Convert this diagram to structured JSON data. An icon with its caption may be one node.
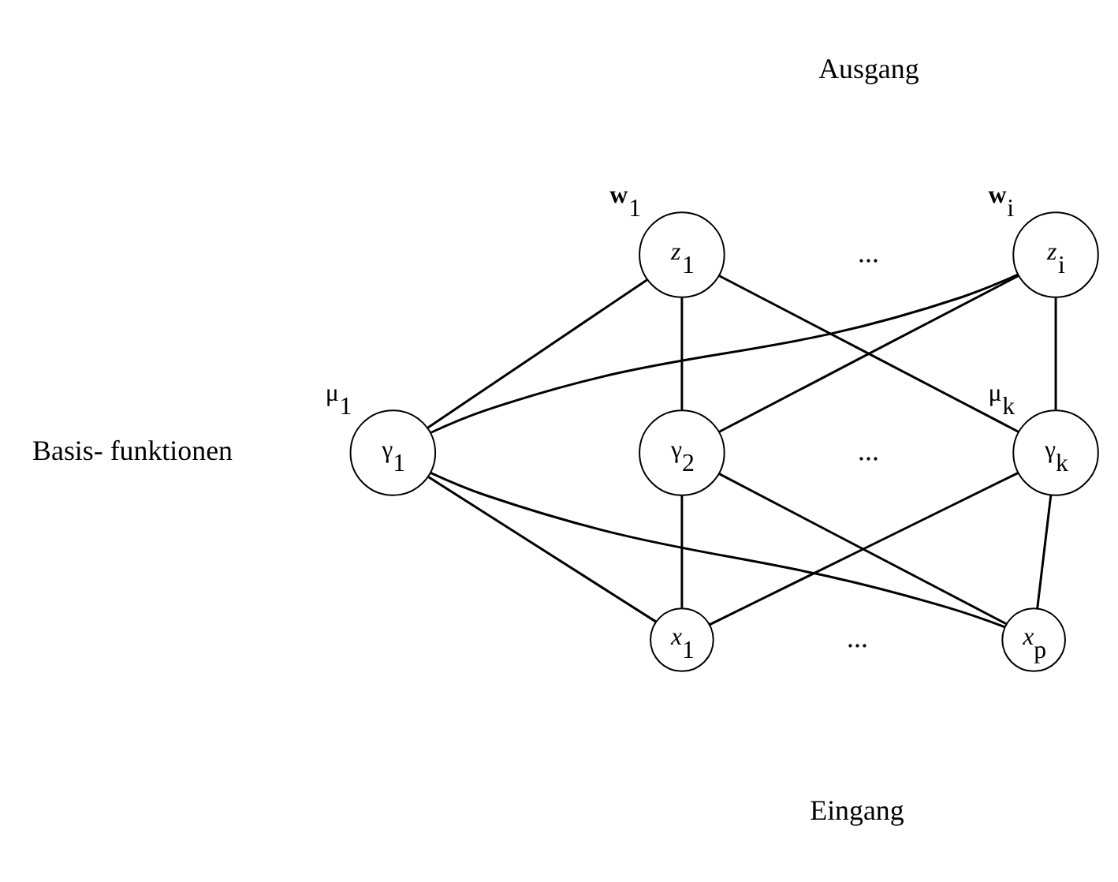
{
  "diagram": {
    "nodes": [
      {
        "text": [
          "*z*$_{1}$"
        ],
        "beside": [
          "**w**$_{1}$"
        ]
      },
      {
        "text": [
          "*z*$_{i}$"
        ],
        "beside": [
          "**w**$_{i}$"
        ]
      },
      {
        "text": [
          "γ$_{1}$"
        ],
        "beside": [
          "μ$_{1}$"
        ]
      },
      {
        "text": [
          "γ$_{2}$"
        ]
      },
      {
        "text": [
          "γ$_{k}$"
        ],
        "beside": [
          "μ$_{k}$"
        ]
      },
      {
        "text": [
          "*x*$_{1}$"
        ]
      },
      {
        "text": [
          "*x*$_{p}$"
        ]
      }
    ],
    "edges": [
      {
        "from": 0,
        "to": 2,
        "arrow": "none"
      },
      {
        "from": 0,
        "to": 3,
        "arrow": "none"
      },
      {
        "from": 0,
        "to": 4,
        "arrow": "none"
      },
      {
        "from": 1,
        "to": 2,
        "arrow": "none"
      },
      {
        "from": 1,
        "to": 3,
        "arrow": "none"
      },
      {
        "from": 1,
        "to": 4,
        "arrow": "none"
      },
      {
        "from": 2,
        "to": 5,
        "arrow": "none"
      },
      {
        "from": 2,
        "to": 6,
        "arrow": "none"
      },
      {
        "from": 3,
        "to": 5,
        "arrow": "none"
      },
      {
        "from": 3,
        "to": 6,
        "arrow": "none"
      },
      {
        "from": 4,
        "to": 5,
        "arrow": "none"
      },
      {
        "from": 4,
        "to": 6,
        "arrow": "none"
      }
    ],
    "labels": [
      "Ausgang",
      "...",
      "Basis- funktionen",
      "...",
      "...",
      "Eingang"
    ]
  }
}
